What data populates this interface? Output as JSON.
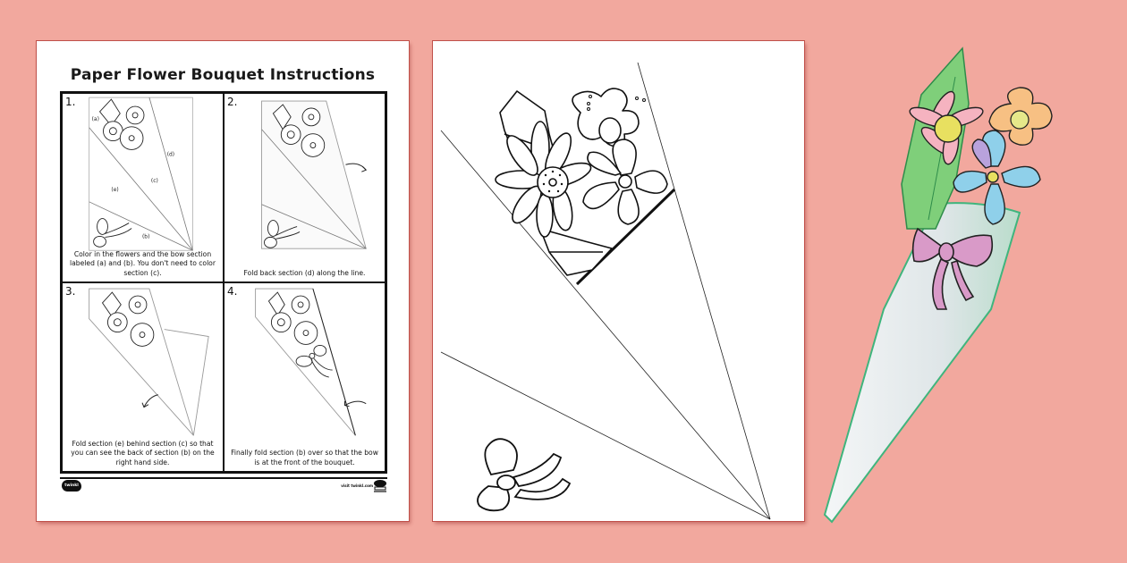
{
  "background_color": "#f2a89e",
  "instructions_page": {
    "title": "Paper Flower Bouquet Instructions",
    "steps": [
      {
        "number": "1.",
        "caption": "Color in the flowers and the bow section labeled (a) and (b). You don't need to color section (c).",
        "section_labels": [
          "(a)",
          "(b)",
          "(c)",
          "(d)",
          "(e)"
        ]
      },
      {
        "number": "2.",
        "caption": "Fold back section (d) along the line."
      },
      {
        "number": "3.",
        "caption": "Fold section (e) behind section (c) so that you can see the back of section (b) on the right hand side."
      },
      {
        "number": "4.",
        "caption": "Finally fold section (b) over so that the bow is at the front of the bouquet."
      }
    ],
    "footer": {
      "logo_text": "twinkl",
      "url_text": "visit twinkl.com"
    }
  },
  "template_page": {
    "description": "Printable cone template with flower bouquet and bow outlines"
  },
  "finished_craft": {
    "description": "Colored finished paper flower bouquet cone",
    "colors": {
      "leaf": "#7fcf7a",
      "daisy": "#f5b3c0",
      "daisy_center": "#e8e060",
      "blue_flower": "#8fd0ea",
      "blue_flower_edge": "#b9a2dc",
      "orange_flower": "#f7c083",
      "bow": "#d99ac8",
      "cone": "#e6edef",
      "cone_edge": "#3fb57d"
    }
  }
}
